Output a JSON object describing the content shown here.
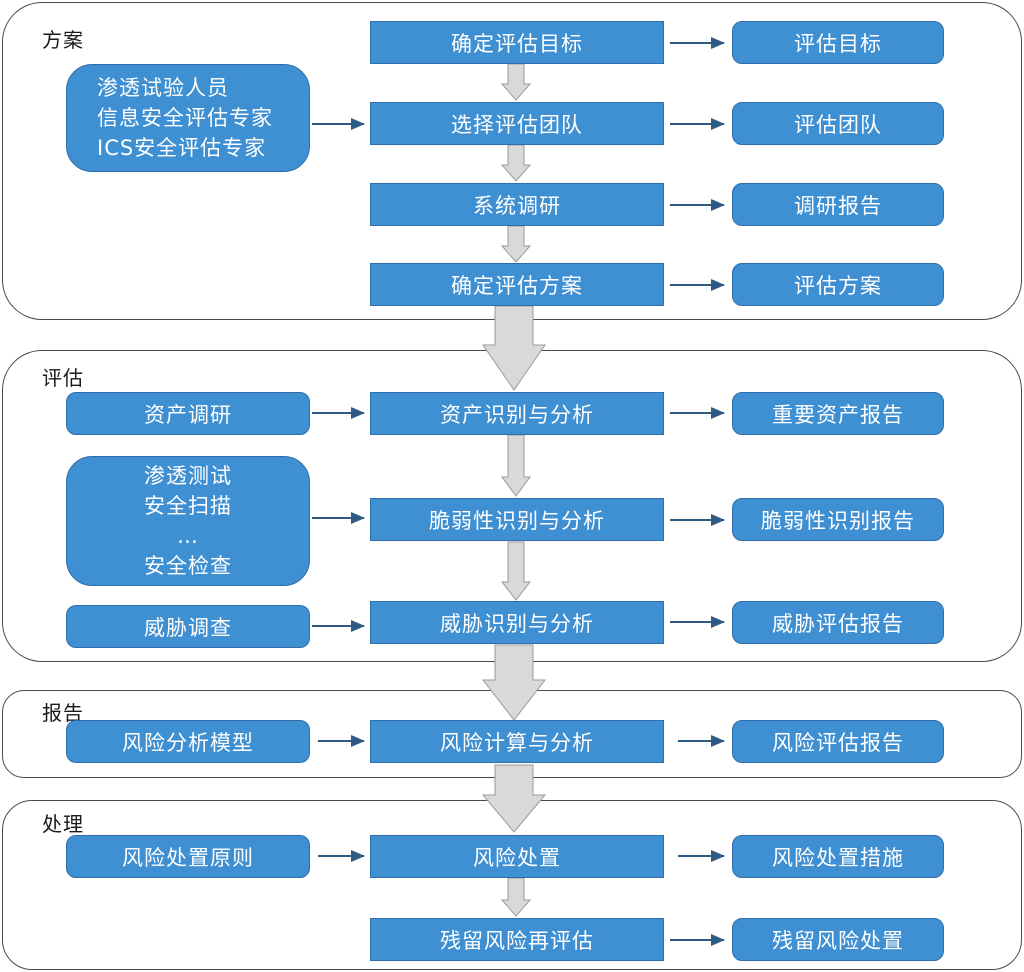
{
  "colors": {
    "box_fill": "#3f8fd3",
    "box_border": "#2f6ea8",
    "arrow": "#2e5b85",
    "down_arrow": "#d9d9d9"
  },
  "phases": {
    "plan": {
      "label": "方案",
      "inputs": [
        "渗透试验人员",
        "信息安全评估专家",
        "ICS安全评估专家"
      ],
      "steps": [
        "确定评估目标",
        "选择评估团队",
        "系统调研",
        "确定评估方案"
      ],
      "outputs": [
        "评估目标",
        "评估团队",
        "调研报告",
        "评估方案"
      ]
    },
    "assess": {
      "label": "评估",
      "input_asset": "资产调研",
      "input_vuln": [
        "渗透测试",
        "安全扫描",
        "…",
        "安全检查"
      ],
      "input_threat": "威胁调查",
      "steps": [
        "资产识别与分析",
        "脆弱性识别与分析",
        "威胁识别与分析"
      ],
      "outputs": [
        "重要资产报告",
        "脆弱性识别报告",
        "威胁评估报告"
      ]
    },
    "report": {
      "label": "报告",
      "input": "风险分析模型",
      "step": "风险计算与分析",
      "output": "风险评估报告"
    },
    "handle": {
      "label": "处理",
      "input": "风险处置原则",
      "steps": [
        "风险处置",
        "残留风险再评估"
      ],
      "outputs": [
        "风险处置措施",
        "残留风险处置"
      ]
    }
  }
}
